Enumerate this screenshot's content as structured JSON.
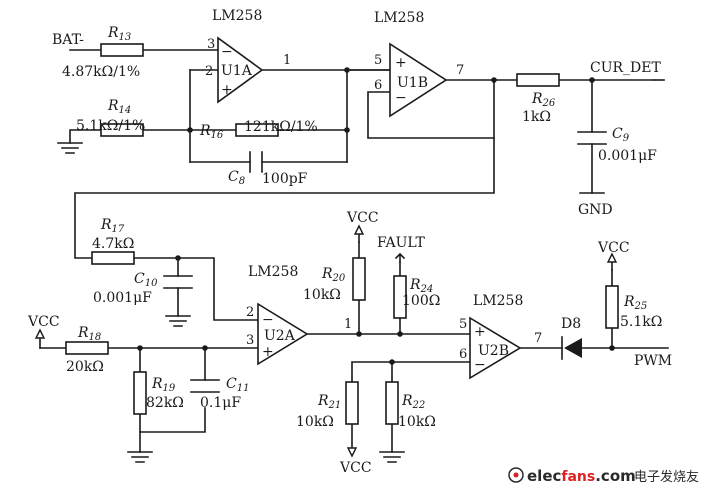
{
  "chips": {
    "u1a": "U1A",
    "u1b": "U1B",
    "u2a": "U2A",
    "u2b": "U2B",
    "part": "LM258"
  },
  "nets": {
    "bat": "BAT-",
    "cur_det": "CUR_DET",
    "gnd": "GND",
    "vcc": "VCC",
    "fault": "FAULT",
    "pwm": "PWM"
  },
  "pins": {
    "u1a_in_inv": "3",
    "u1a_in_ni": "2",
    "u1a_out": "1",
    "u1b_in_ni": "5",
    "u1b_in_inv": "6",
    "u1b_out": "7",
    "u2a_in_ni": "2",
    "u2a_in_inv": "3",
    "u2a_out": "1",
    "u2b_in_ni": "5",
    "u2b_in_inv": "6",
    "u2b_out": "7"
  },
  "signs": {
    "minus": "−",
    "plus": "+"
  },
  "components": {
    "r13": {
      "ref": "R",
      "num": "13",
      "value": "4.87kΩ/1%"
    },
    "r14": {
      "ref": "R",
      "num": "14",
      "value": "5.1kΩ/1%"
    },
    "r16": {
      "ref": "R",
      "num": "16",
      "value": "121kΩ/1%"
    },
    "c8": {
      "ref": "C",
      "num": "8",
      "value": "100pF"
    },
    "r26": {
      "ref": "R",
      "num": "26",
      "value": "1kΩ"
    },
    "c9": {
      "ref": "C",
      "num": "9",
      "value": "0.001μF"
    },
    "r17": {
      "ref": "R",
      "num": "17",
      "value": "4.7kΩ"
    },
    "c10": {
      "ref": "C",
      "num": "10",
      "value": "0.001μF"
    },
    "r18": {
      "ref": "R",
      "num": "18",
      "value": "20kΩ"
    },
    "r19": {
      "ref": "R",
      "num": "19",
      "value": "82kΩ"
    },
    "c11": {
      "ref": "C",
      "num": "11",
      "value": "0.1μF"
    },
    "r20": {
      "ref": "R",
      "num": "20",
      "value": "10kΩ"
    },
    "r24": {
      "ref": "R",
      "num": "24",
      "value": "100Ω"
    },
    "r21": {
      "ref": "R",
      "num": "21",
      "value": "10kΩ"
    },
    "r22": {
      "ref": "R",
      "num": "22",
      "value": "10kΩ"
    },
    "r25": {
      "ref": "R",
      "num": "25",
      "value": "5.1kΩ"
    },
    "d8": {
      "ref": "D8"
    }
  },
  "watermark": {
    "brand_a": "elec",
    "brand_b": "fans",
    "brand_c": ".com",
    "cn": "电子发烧友"
  }
}
